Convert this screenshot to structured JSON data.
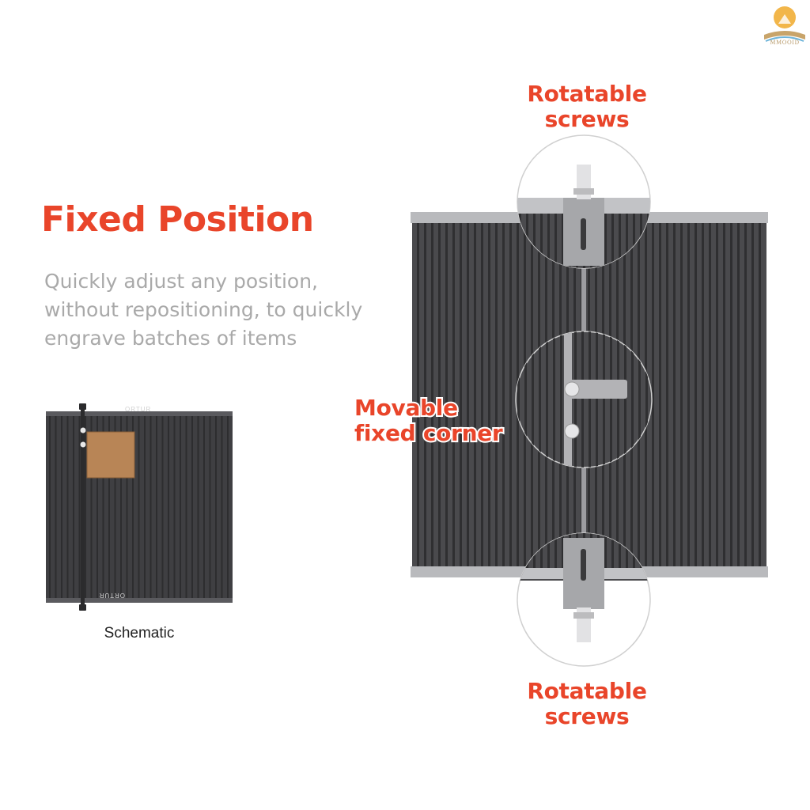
{
  "logo": {
    "text": "MMOOID",
    "color": "#d9a441"
  },
  "headline": {
    "text": "Fixed Position",
    "color": "#e9452a"
  },
  "description": {
    "lines": [
      "Quickly adjust any position,",
      "without repositioning, to quickly",
      "engrave batches of items"
    ],
    "color": "#a9a9a9"
  },
  "schematic": {
    "brand_top": "ORTUR",
    "brand_bottom": "ORTUR",
    "caption": "Schematic",
    "panel_color": "#3f3f42",
    "workpiece_color": "#b88556"
  },
  "callouts": {
    "top": {
      "line1": "Rotatable",
      "line2": "screws"
    },
    "middle": {
      "line1": "Movable",
      "line2": "fixed corner"
    },
    "bottom": {
      "line1": "Rotatable",
      "line2": "screws"
    },
    "color": "#e9452a"
  }
}
